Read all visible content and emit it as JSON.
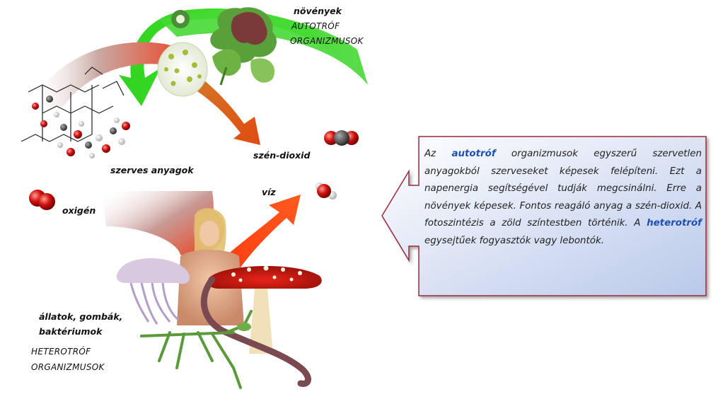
{
  "labels": {
    "plants": "növények",
    "autotroph_1": "AUTOTRÓF",
    "autotroph_2": "ORGANIZMUSOK",
    "organic_matter": "szerves anyagok",
    "carbon_dioxide": "szén-dioxid",
    "water": "víz",
    "oxygen": "oxigén",
    "consumers_1": "állatok,  gombák,",
    "consumers_2": "baktériumok",
    "heterotroph_1": "HETEROTRÓF",
    "heterotroph_2": "ORGANIZMUSOK"
  },
  "callout": {
    "t1": "Az ",
    "kw1": "autotróf",
    "t2": " organizmusok egyszerű szervetlen anyagokból szerveseket képesek felépíteni. Ezt a napenergia segítségével tudják megcsinálni. Erre a növények képesek.  Fontos reagáló anyag a szén-dioxid. A fotoszintézis a zöld színtestben történik. A ",
    "kw2": "heterotróf",
    "t3": " egysejtűek fogyasztók vagy lebontók."
  },
  "colors": {
    "green_arrow": "#33dd22",
    "orange_arrow": "#e05a14",
    "red_arrow": "#ff3311",
    "callout_fill": "#c8d6f0",
    "callout_border": "#9a2a3a",
    "keyword": "#1e4fb5"
  }
}
